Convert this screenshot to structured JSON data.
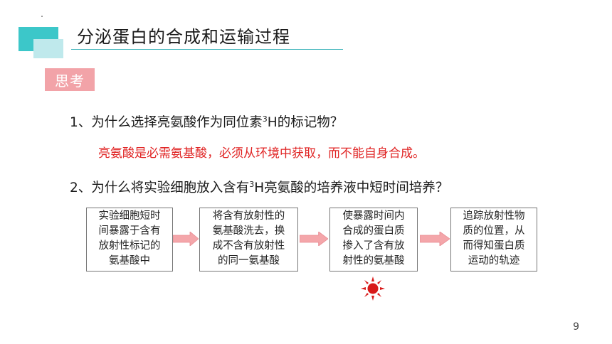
{
  "title": "分泌蛋白的合成和运输过程",
  "badge": "思考",
  "question1": {
    "prefix": "1、为什么选择亮氨酸作为同位素",
    "sup": "3",
    "suffix": "H的标记物？"
  },
  "answer1": "亮氨酸是必需氨基酸，必须从环境中获取，而不能自身合成。",
  "question2": {
    "prefix": "2、为什么将实验细胞放入含有",
    "sup": "3",
    "suffix": "H亮氨酸的培养液中短时间培养？"
  },
  "flow": [
    {
      "lines": [
        "实验细胞短时",
        "间暴露于含有",
        "放射性标记的",
        "氨基酸中"
      ]
    },
    {
      "lines": [
        "将含有放射性的",
        "氨基酸洗去，换",
        "成不含有放射性",
        "的同一氨基酸"
      ]
    },
    {
      "lines": [
        "使暴露时间内",
        "合成的蛋白质",
        "掺入了含有放",
        "射性的氨基酸"
      ]
    },
    {
      "lines": [
        "追踪放射性物",
        "质的位置，从",
        "而得知蛋白质",
        "运动的轨迹"
      ]
    }
  ],
  "page_number": "9",
  "colors": {
    "accent_teal": "#3cc7c9",
    "accent_light": "#bfe9ec",
    "badge_bg": "#f2a3a8",
    "answer_red": "#e02424",
    "arrow_fill": "#f4a6aa",
    "sun_red": "#d81a1a"
  },
  "icons": {
    "arrow": "right-arrow-icon",
    "highlight": "red-sun-icon"
  }
}
